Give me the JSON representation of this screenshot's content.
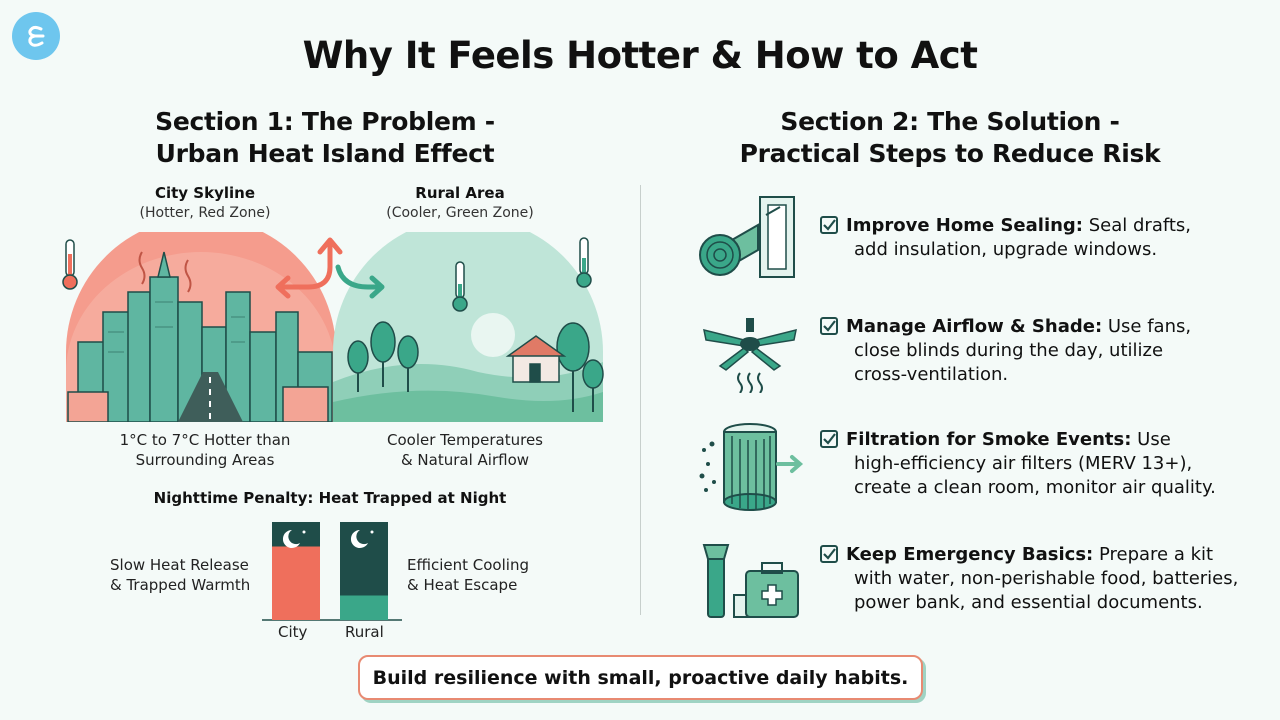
{
  "title": "Why It Feels Hotter & How to Act",
  "section1": {
    "title_line1": "Section 1: The Problem -",
    "title_line2": "Urban Heat Island Effect",
    "city": {
      "label": "City Skyline",
      "sublabel": "(Hotter, Red Zone)",
      "caption_line1": "1°C to 7°C Hotter than",
      "caption_line2": "Surrounding Areas"
    },
    "rural": {
      "label": "Rural Area",
      "sublabel": "(Cooler, Green Zone)",
      "caption_line1": "Cooler Temperatures",
      "caption_line2": "& Natural Airflow"
    },
    "night": {
      "title": "Nighttime Penalty: Heat Trapped at Night",
      "city_text_line1": "Slow Heat Release",
      "city_text_line2": "& Trapped Warmth",
      "rural_text_line1": "Efficient Cooling",
      "rural_text_line2": "& Heat Escape",
      "city_bar_label": "City",
      "rural_bar_label": "Rural",
      "city_heat_fraction": 0.75,
      "rural_heat_fraction": 0.25
    }
  },
  "section2": {
    "title_line1": "Section 2: The Solution -",
    "title_line2": "Practical Steps to Reduce Risk",
    "steps": [
      {
        "bold": "Improve Home Sealing:",
        "line1": " Seal drafts,",
        "line2": "add insulation, upgrade windows.",
        "line3": ""
      },
      {
        "bold": "Manage Airflow & Shade:",
        "line1": " Use fans,",
        "line2": "close blinds during the day, utilize",
        "line3": "cross-ventilation."
      },
      {
        "bold": "Filtration for Smoke Events:",
        "line1": " Use",
        "line2": "high-efficiency air filters (MERV 13+),",
        "line3": "create a clean room, monitor air quality."
      },
      {
        "bold": "Keep Emergency Basics:",
        "line1": " Prepare a kit",
        "line2": "with water, non-perishable food, batteries,",
        "line3": "power bank, and essential documents."
      }
    ]
  },
  "banner": "Build resilience with small, proactive daily habits.",
  "colors": {
    "hot": "#ef6f5c",
    "cool": "#3aa789",
    "dark_teal": "#1f4d49",
    "icon_teal": "#2e9479"
  },
  "icons": [
    "logo-icon",
    "thermometer-icon",
    "arrows-icon",
    "insulation-roll-icon",
    "ceiling-fan-icon",
    "air-filter-icon",
    "emergency-kit-icon",
    "check-icon",
    "moon-icon"
  ]
}
